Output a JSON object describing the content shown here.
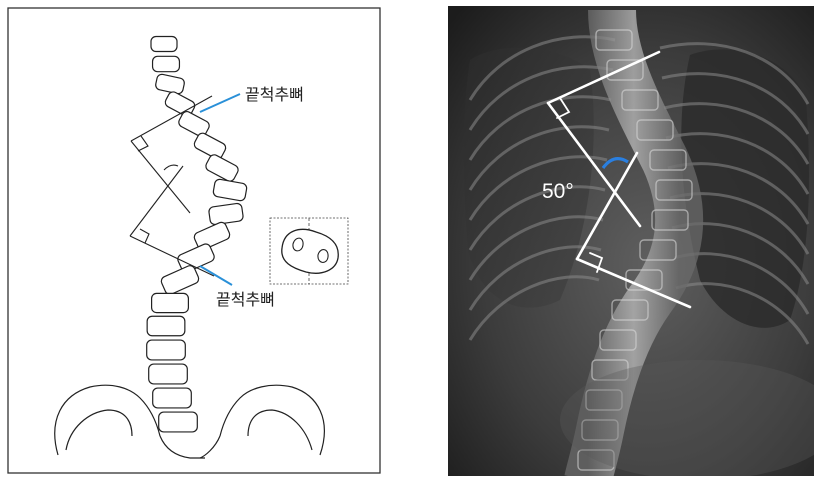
{
  "diagram": {
    "upper_end_vertebra_label": "끝척추뼈",
    "lower_end_vertebra_label": "끝척추뼈"
  },
  "xray": {
    "cobb_angle_label": "50°"
  },
  "colors": {
    "leader_line": "#2a90d8",
    "angle_arc": "#2a7fe0",
    "xray_line": "#ffffff",
    "outline": "#222222"
  }
}
